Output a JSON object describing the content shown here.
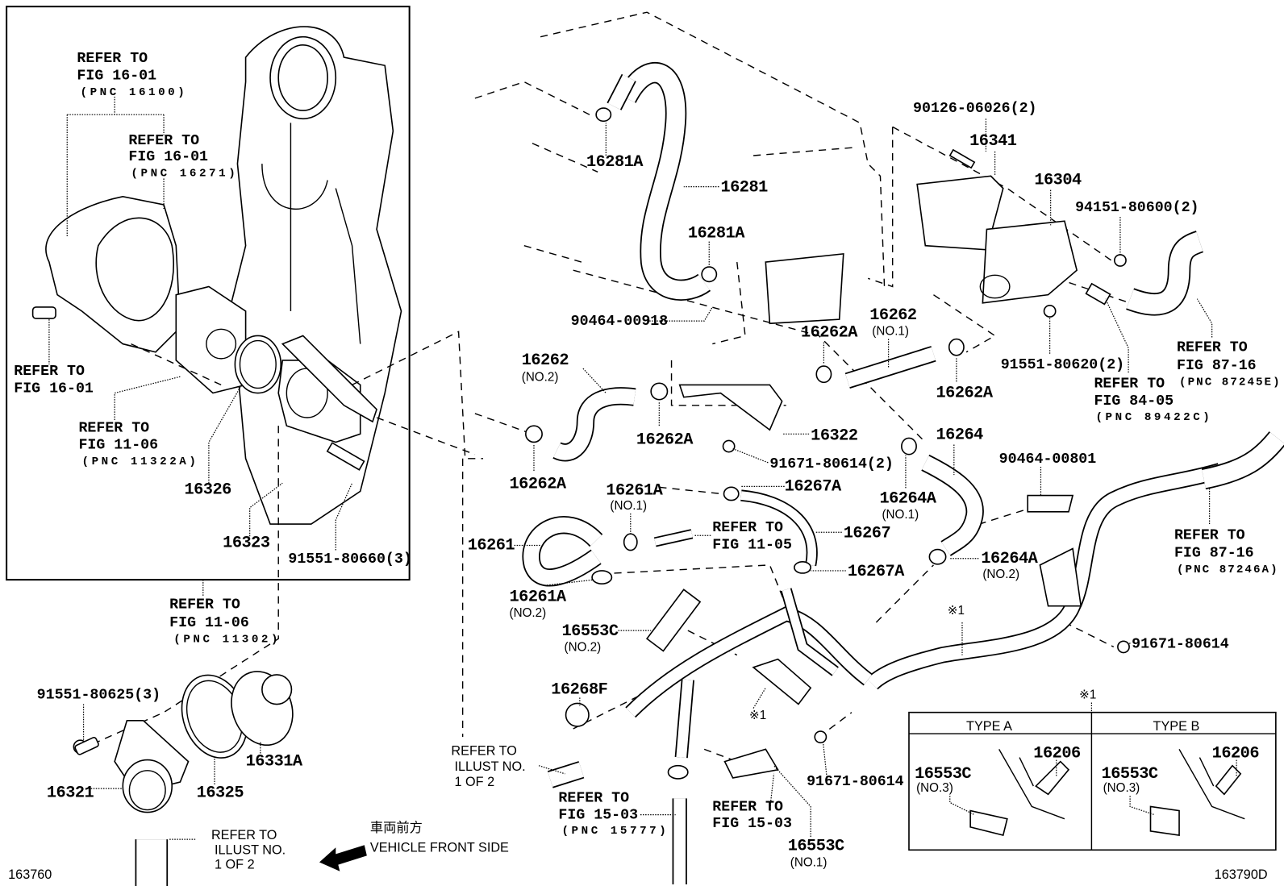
{
  "diagram": {
    "illustration_ids": {
      "left": "163760",
      "right": "163790D"
    },
    "direction": {
      "japanese": "車両前方",
      "english": "VEHICLE FRONT SIDE",
      "icon": "arrow-left-icon"
    },
    "refs": {
      "r1": [
        "REFER TO",
        "FIG 16-01",
        "(PNC 16100)"
      ],
      "r2": [
        "REFER TO",
        "FIG 16-01",
        "(PNC 16271)"
      ],
      "r3": [
        "REFER TO",
        "FIG 16-01"
      ],
      "r4": [
        "REFER TO",
        "FIG 11-06",
        "(PNC 11322A)"
      ],
      "r5": [
        "REFER TO",
        "FIG 11-06",
        "(PNC 11302)"
      ],
      "r6": [
        "REFER TO",
        "ILLUST NO.",
        "1 OF 2"
      ],
      "r7": [
        "REFER TO",
        "ILLUST NO.",
        "1 OF 2"
      ],
      "r8": [
        "REFER TO",
        "FIG 11-05"
      ],
      "r9": [
        "REFER TO",
        "FIG 15-03",
        "(PNC 15777)"
      ],
      "r10": [
        "REFER TO",
        "FIG 15-03"
      ],
      "r11": [
        "REFER TO",
        "FIG 84-05",
        "(PNC 89422C)"
      ],
      "r12": [
        "REFER TO",
        "FIG 87-16",
        "(PNC 87245E)"
      ],
      "r13": [
        "REFER TO",
        "FIG 87-16",
        "(PNC 87246A)"
      ]
    },
    "parts": {
      "p16326": "16326",
      "p16323": "16323",
      "p91551_80660": "91551-80660(3)",
      "p91551_80625": "91551-80625(3)",
      "p16331A": "16331A",
      "p16325": "16325",
      "p16321": "16321",
      "p16281A_a": "16281A",
      "p16281": "16281",
      "p16281A_b": "16281A",
      "p90464_00918": "90464-00918",
      "p16262_2": "16262",
      "p16262_2n": "(NO.2)",
      "p16262A_a": "16262A",
      "p16262A_b": "16262A",
      "p16262A_c": "16262A",
      "p16262A_d": "16262A",
      "p16262_1": "16262",
      "p16262_1n": "(NO.1)",
      "p16322": "16322",
      "p91671_80614_2": "91671-80614(2)",
      "p16264": "16264",
      "p90464_00801": "90464-00801",
      "p16264A_1": "16264A",
      "p16264A_1n": "(NO.1)",
      "p16264A_2": "16264A",
      "p16264A_2n": "(NO.2)",
      "p16267A_a": "16267A",
      "p16267": "16267",
      "p16267A_b": "16267A",
      "p16261A_1": "16261A",
      "p16261A_1n": "(NO.1)",
      "p16261A_2": "16261A",
      "p16261A_2n": "(NO.2)",
      "p16261": "16261",
      "p16553C_2": "16553C",
      "p16553C_2n": "(NO.2)",
      "p16553C_1": "16553C",
      "p16553C_1n": "(NO.1)",
      "p16268F": "16268F",
      "p91671_80614_a": "91671-80614",
      "p91671_80614_b": "91671-80614",
      "p90126_06026": "90126-06026(2)",
      "p16341": "16341",
      "p16304": "16304",
      "p94151_80600": "94151-80600(2)",
      "p91551_80620": "91551-80620(2)",
      "note_mark": "※1"
    },
    "types_table": {
      "note_mark": "※1",
      "columns": [
        {
          "header": "TYPE A",
          "parts": [
            "16206",
            "16553C",
            "(NO.3)"
          ]
        },
        {
          "header": "TYPE B",
          "parts": [
            "16206",
            "16553C",
            "(NO.3)"
          ]
        }
      ]
    }
  }
}
